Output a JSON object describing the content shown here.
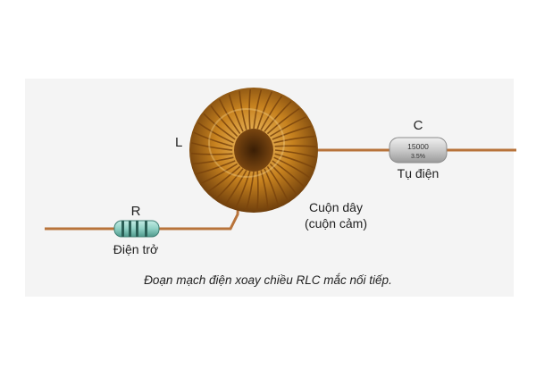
{
  "labels": {
    "L": "L",
    "R": "R",
    "R_name": "Điện trở",
    "C": "C",
    "C_name": "Tụ điện",
    "coil_name_line1": "Cuộn dây",
    "coil_name_line2": "(cuộn cảm)",
    "capacitor_marking_1": "15000",
    "capacitor_marking_2": "3.5%"
  },
  "caption": "Đoạn mạch điện xoay chiều RLC mắc nối tiếp.",
  "colors": {
    "panel": "#f4f4f4",
    "wire": "#b8733a",
    "copper": "#c7821f",
    "resistor_body": "#8fd0c4",
    "capacitor_body": "#d2d2d2"
  }
}
